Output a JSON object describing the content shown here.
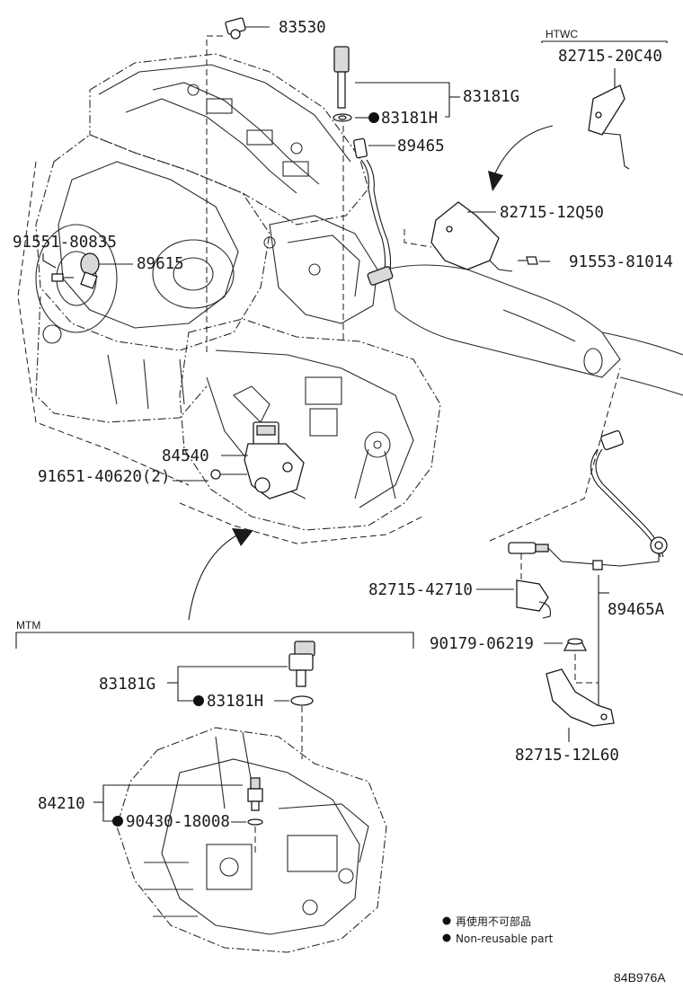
{
  "sections": {
    "htwc": "HTWC",
    "mtm": "MTM"
  },
  "parts": {
    "p83530": "83530",
    "p83181G_top": "83181G",
    "p83181H_top": "83181H",
    "p89465": "89465",
    "p82715_20C40": "82715-20C40",
    "p82715_12Q50": "82715-12Q50",
    "p91553_81014": "91553-81014",
    "p91551_80835": "91551-80835",
    "p89615": "89615",
    "p84540": "84540",
    "p91651_40620": "91651-40620(2)",
    "p82715_42710": "82715-42710",
    "p89465A": "89465A",
    "p90179_06219": "90179-06219",
    "p82715_12L60": "82715-12L60",
    "p83181G_mtm": "83181G",
    "p83181H_mtm": "83181H",
    "p84210": "84210",
    "p90430_18008": "90430-18008"
  },
  "legend": {
    "line_jp": "再使用不可部品",
    "line_en": "Non-reusable part"
  },
  "diagram_ref": "84B976A"
}
